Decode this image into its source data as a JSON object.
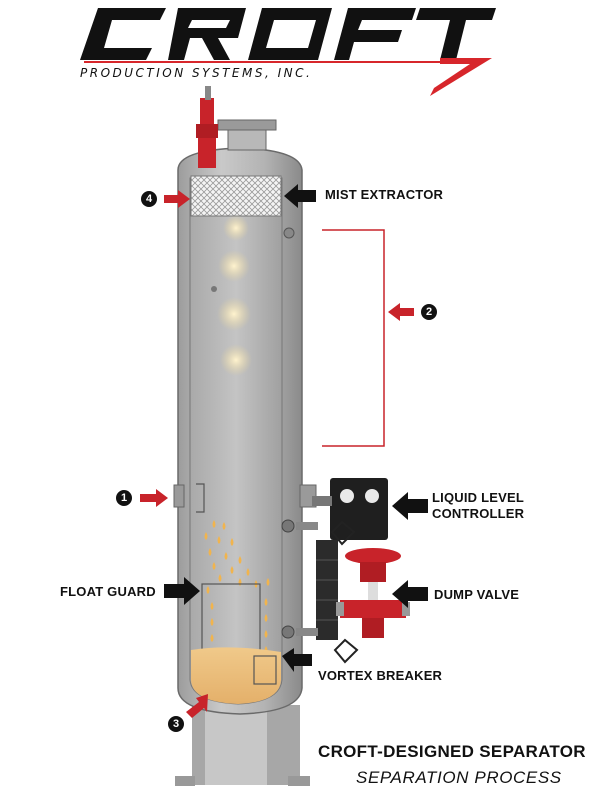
{
  "brand": {
    "logo_word": "CROFT",
    "tagline": "PRODUCTION SYSTEMS, INC.",
    "accent_color": "#d7262b"
  },
  "callouts": {
    "mist_extractor": "MIST EXTRACTOR",
    "liquid_level_controller_line1": "LIQUID LEVEL",
    "liquid_level_controller_line2": "CONTROLLER",
    "dump_valve": "DUMP VALVE",
    "float_guard": "FLOAT GUARD",
    "vortex_breaker": "VORTEX BREAKER"
  },
  "markers": {
    "inlet": "1",
    "gravity_section": "2",
    "liquid_collection": "3",
    "mist_extraction": "4"
  },
  "caption": {
    "title": "CROFT-DESIGNED SEPARATOR",
    "subtitle": "SEPARATION PROCESS"
  },
  "icons": {
    "black_arrow": "arrow-left-black-icon",
    "red_arrow": "arrow-right-red-icon"
  }
}
